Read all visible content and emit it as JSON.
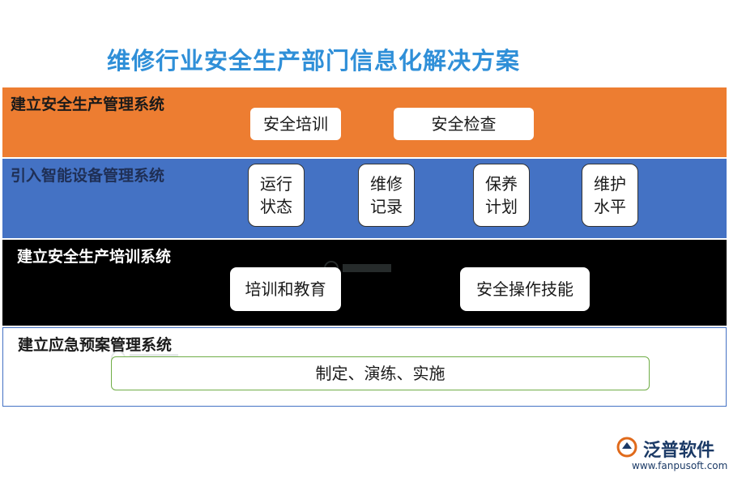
{
  "title": "维修行业安全生产部门信息化解决方案",
  "sections": [
    {
      "label": "建立安全生产管理系统",
      "items": [
        "安全培训",
        "安全检查"
      ]
    },
    {
      "label": "引入智能设备管理系统",
      "items": [
        [
          "运行",
          "状态"
        ],
        [
          "维修",
          "记录"
        ],
        [
          "保养",
          "计划"
        ],
        [
          "维护",
          "水平"
        ]
      ]
    },
    {
      "label": "建立安全生产培训系统",
      "items": [
        "培训和教育",
        "安全操作技能"
      ]
    },
    {
      "label": "建立应急预案管理系统",
      "items": [
        "制定、演练、实施"
      ]
    }
  ],
  "logo": {
    "name": "泛普软件",
    "url": "www.fanpusoft.com"
  },
  "colors": {
    "orange": "#ed7d31",
    "blue": "#4472c4",
    "black": "#000000",
    "title": "#2f8fd8",
    "green_border": "#70ad47"
  }
}
